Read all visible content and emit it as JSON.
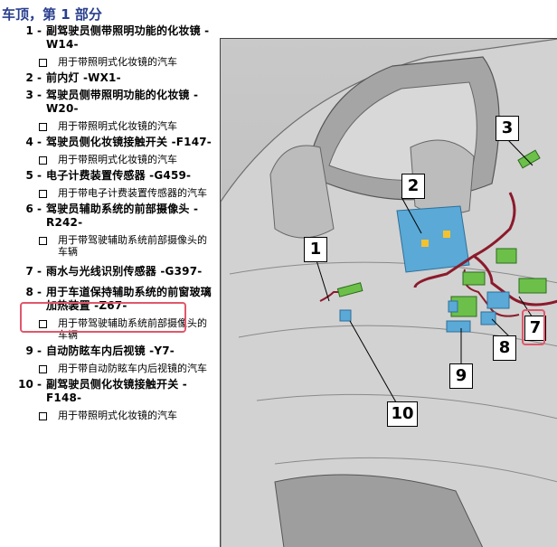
{
  "title": "车顶，第 1 部分",
  "items": [
    {
      "num": "1 -",
      "name": "副驾驶员侧带照明功能的化妆镜 -W14-",
      "sub": "用于带照明式化妆镜的汽车"
    },
    {
      "num": "2 -",
      "name": "前内灯 -WX1-",
      "sub": ""
    },
    {
      "num": "3 -",
      "name": "驾驶员侧带照明功能的化妆镜 -W20-",
      "sub": "用于带照明式化妆镜的汽车"
    },
    {
      "num": "4 -",
      "name": "驾驶员侧化妆镜接触开关 -F147-",
      "sub": "用于带照明式化妆镜的汽车"
    },
    {
      "num": "5 -",
      "name": "电子计费装置传感器 -G459-",
      "sub": "用于带电子计费装置传感器的汽车"
    },
    {
      "num": "6 -",
      "name": "驾驶员辅助系统的前部摄像头 -R242-",
      "sub": "用于带驾驶辅助系统前部摄像头的车辆"
    },
    {
      "num": "7 -",
      "name": "雨水与光线识别传感器 -G397-",
      "sub": ""
    },
    {
      "num": "8 -",
      "name": "用于车道保持辅助系统的前窗玻璃加热装置 -Z67-",
      "sub": "用于带驾驶辅助系统前部摄像头的车辆"
    },
    {
      "num": "9 -",
      "name": "自动防眩车内后视镜 -Y7-",
      "sub": "用于带自动防眩车内后视镜的汽车"
    },
    {
      "num": "10 -",
      "name": "副驾驶员侧化妆镜接触开关 -F148-",
      "sub": "用于带照明式化妆镜的汽车"
    }
  ],
  "callouts": [
    "1",
    "2",
    "3",
    "7",
    "8",
    "9",
    "10"
  ],
  "colors": {
    "title": "#2a3f8f",
    "highlight": "#e0576a",
    "component_blue": "#5aa9d6",
    "component_green": "#6cc04a",
    "wiring": "#8b1a2b"
  }
}
